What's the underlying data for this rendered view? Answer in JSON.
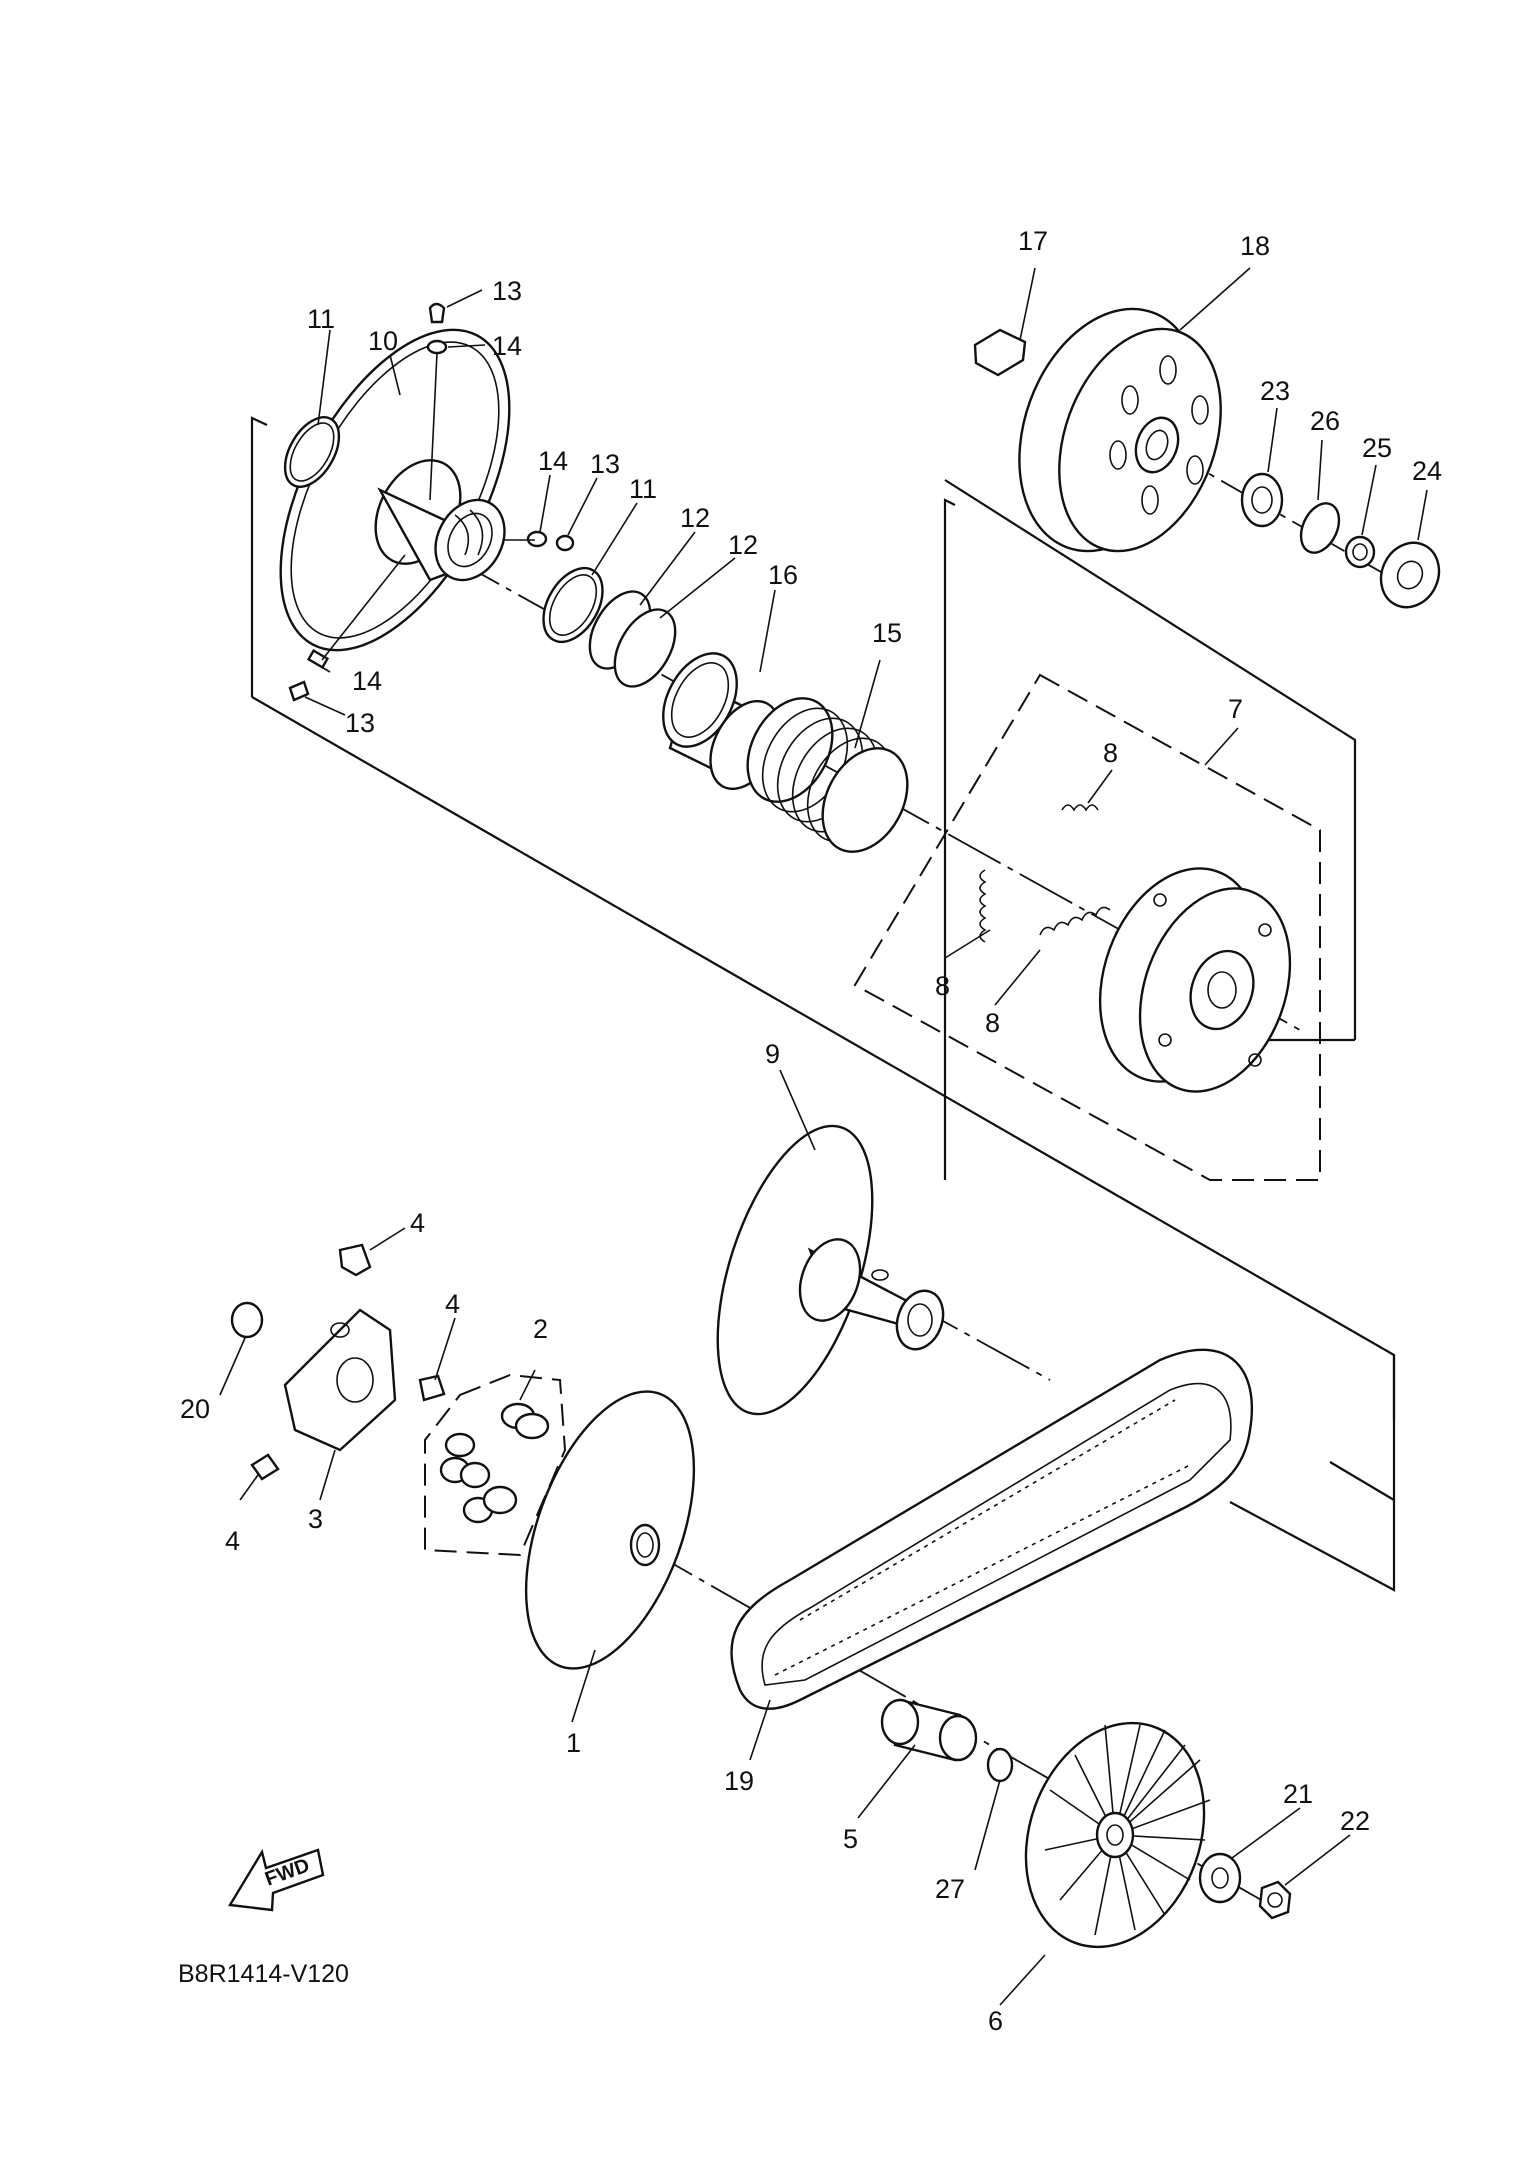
{
  "diagram_code": "B8R1414-V120",
  "fwd_label": "FWD",
  "callouts": {
    "c1": "1",
    "c2": "2",
    "c3": "3",
    "c4a": "4",
    "c4b": "4",
    "c4c": "4",
    "c5": "5",
    "c6": "6",
    "c7": "7",
    "c8a": "8",
    "c8b": "8",
    "c8c": "8",
    "c9": "9",
    "c10": "10",
    "c11a": "11",
    "c11b": "11",
    "c12a": "12",
    "c12b": "12",
    "c13a": "13",
    "c13b": "13",
    "c13c": "13",
    "c14a": "14",
    "c14b": "14",
    "c14c": "14",
    "c15": "15",
    "c16": "16",
    "c17": "17",
    "c18": "18",
    "c19": "19",
    "c20": "20",
    "c21": "21",
    "c22": "22",
    "c23": "23",
    "c24": "24",
    "c25": "25",
    "c26": "26",
    "c27": "27"
  }
}
